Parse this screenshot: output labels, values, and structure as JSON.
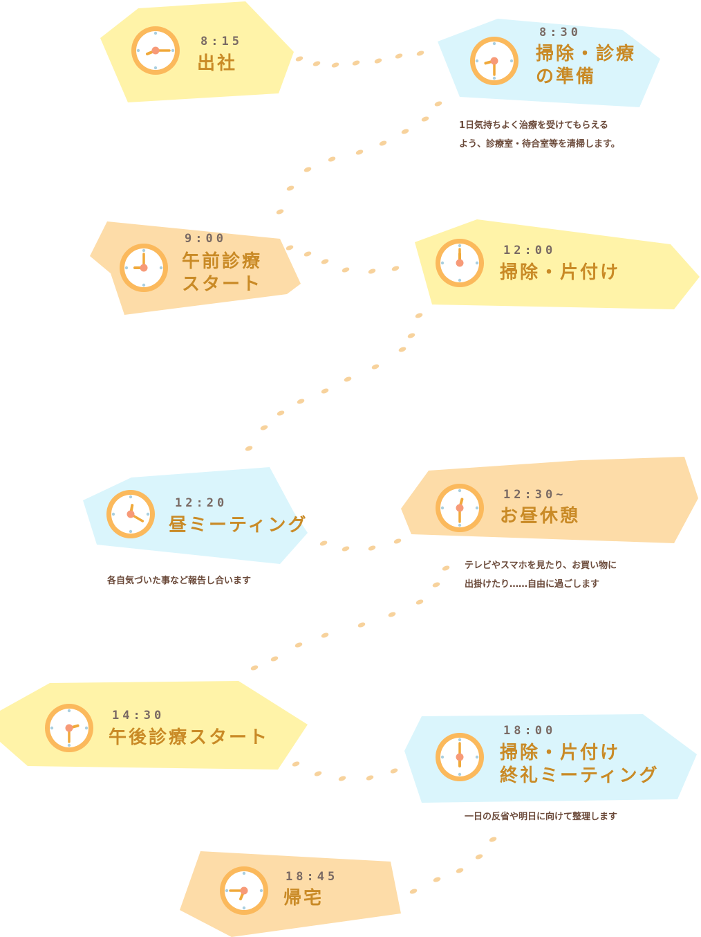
{
  "colors": {
    "yellow": "#fff3a8",
    "blue": "#daf5fc",
    "peach": "#fddca8",
    "clock_ring": "#fbb95c",
    "clock_face": "#ffffff",
    "hand": "#f0a93a",
    "center": "#f79a78",
    "tick": "#a9cfe0",
    "dots": "#f7d29c",
    "time_text": "#7a6a64",
    "title_text": "#c98a26",
    "desc_text": "#6b4a3a"
  },
  "schedule": [
    {
      "time": "8:15",
      "title": [
        "出社"
      ],
      "desc": [],
      "color": "yellow",
      "clock": "8:15"
    },
    {
      "time": "8:30",
      "title": [
        "掃除・診療",
        "の準備"
      ],
      "desc": [
        "1日気持ちよく治療を受けてもらえる",
        "よう、診療室・待合室等を清掃します。"
      ],
      "color": "blue",
      "clock": "8:30"
    },
    {
      "time": "9:00",
      "title": [
        "午前診療",
        "スタート"
      ],
      "desc": [],
      "color": "peach",
      "clock": "9:00"
    },
    {
      "time": "12:00",
      "title": [
        "掃除・片付け"
      ],
      "desc": [],
      "color": "yellow",
      "clock": "12:00"
    },
    {
      "time": "12:20",
      "title": [
        "昼ミーティング"
      ],
      "desc": [
        "各自気づいた事など報告し合います"
      ],
      "color": "blue",
      "clock": "12:20"
    },
    {
      "time": "12:30~",
      "title": [
        "お昼休憩"
      ],
      "desc": [
        "テレビやスマホを見たり、お買い物に",
        "出掛けたり……自由に過ごします"
      ],
      "color": "peach",
      "clock": "12:30"
    },
    {
      "time": "14:30",
      "title": [
        "午後診療スタート"
      ],
      "desc": [],
      "color": "yellow",
      "clock": "14:30"
    },
    {
      "time": "18:00",
      "title": [
        "掃除・片付け",
        "終礼ミーティング"
      ],
      "desc": [
        "一日の反省や明日に向けて整理します"
      ],
      "color": "blue",
      "clock": "18:00"
    },
    {
      "time": "18:45",
      "title": [
        "帰宅"
      ],
      "desc": [],
      "color": "peach",
      "clock": "18:45"
    }
  ]
}
